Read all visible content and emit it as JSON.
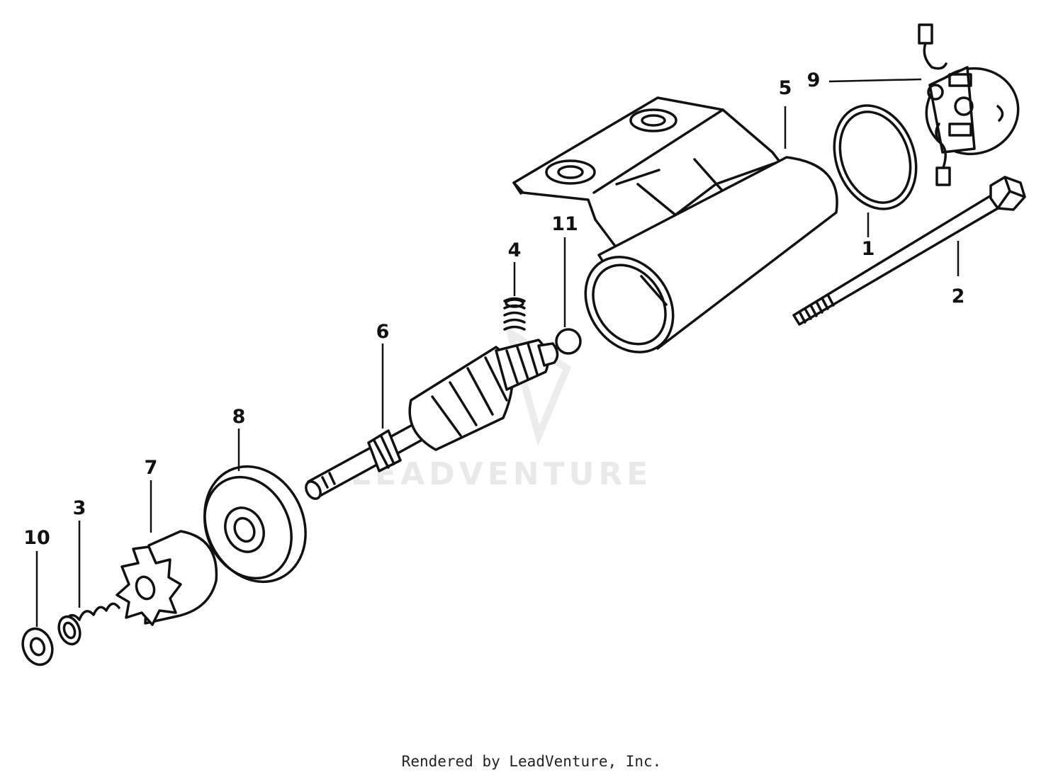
{
  "watermark": "LEADVENTURE",
  "credit": "Rendered by LeadVenture, Inc.",
  "callouts": {
    "c1": "1",
    "c2": "2",
    "c3": "3",
    "c4": "4",
    "c5": "5",
    "c6": "6",
    "c7": "7",
    "c8": "8",
    "c9": "9",
    "c10": "10",
    "c11": "11"
  }
}
